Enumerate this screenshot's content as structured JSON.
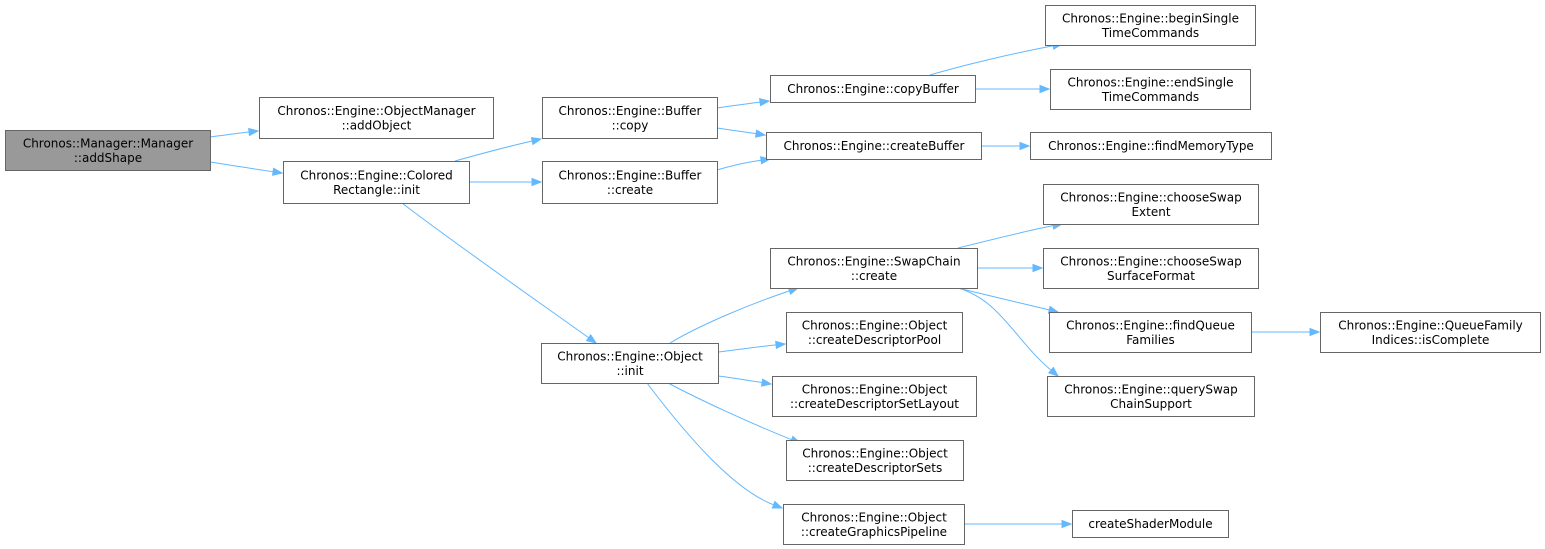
{
  "graph": {
    "colors": {
      "edge": "#63b8ff",
      "node_border": "#666666",
      "root_fill": "#999999",
      "node_fill": "#ffffff"
    },
    "nodes": [
      {
        "id": "n0",
        "lines": [
          "Chronos::Manager::Manager",
          "::addShape"
        ],
        "root": true
      },
      {
        "id": "n1",
        "lines": [
          "Chronos::Engine::ObjectManager",
          "::addObject"
        ]
      },
      {
        "id": "n2",
        "lines": [
          "Chronos::Engine::Colored",
          "Rectangle::init"
        ]
      },
      {
        "id": "n3",
        "lines": [
          "Chronos::Engine::Buffer",
          "::copy"
        ]
      },
      {
        "id": "n4",
        "lines": [
          "Chronos::Engine::Buffer",
          "::create"
        ]
      },
      {
        "id": "n5",
        "lines": [
          "Chronos::Engine::Object",
          "::init"
        ]
      },
      {
        "id": "n6",
        "lines": [
          "Chronos::Engine::copyBuffer"
        ]
      },
      {
        "id": "n7",
        "lines": [
          "Chronos::Engine::createBuffer"
        ]
      },
      {
        "id": "n8",
        "lines": [
          "Chronos::Engine::beginSingle",
          "TimeCommands"
        ]
      },
      {
        "id": "n9",
        "lines": [
          "Chronos::Engine::endSingle",
          "TimeCommands"
        ]
      },
      {
        "id": "n10",
        "lines": [
          "Chronos::Engine::findMemoryType"
        ]
      },
      {
        "id": "n11",
        "lines": [
          "Chronos::Engine::SwapChain",
          "::create"
        ]
      },
      {
        "id": "n12",
        "lines": [
          "Chronos::Engine::Object",
          "::createDescriptorPool"
        ]
      },
      {
        "id": "n13",
        "lines": [
          "Chronos::Engine::Object",
          "::createDescriptorSetLayout"
        ]
      },
      {
        "id": "n14",
        "lines": [
          "Chronos::Engine::Object",
          "::createDescriptorSets"
        ]
      },
      {
        "id": "n15",
        "lines": [
          "Chronos::Engine::Object",
          "::createGraphicsPipeline"
        ]
      },
      {
        "id": "n16",
        "lines": [
          "Chronos::Engine::chooseSwap",
          "Extent"
        ]
      },
      {
        "id": "n17",
        "lines": [
          "Chronos::Engine::chooseSwap",
          "SurfaceFormat"
        ]
      },
      {
        "id": "n18",
        "lines": [
          "Chronos::Engine::findQueue",
          "Families"
        ]
      },
      {
        "id": "n19",
        "lines": [
          "Chronos::Engine::querySwap",
          "ChainSupport"
        ]
      },
      {
        "id": "n20",
        "lines": [
          "Chronos::Engine::QueueFamily",
          "Indices::isComplete"
        ]
      },
      {
        "id": "n21",
        "lines": [
          "createShaderModule"
        ]
      }
    ],
    "edges": [
      [
        "n0",
        "n1"
      ],
      [
        "n0",
        "n2"
      ],
      [
        "n2",
        "n3"
      ],
      [
        "n2",
        "n4"
      ],
      [
        "n2",
        "n5"
      ],
      [
        "n3",
        "n6"
      ],
      [
        "n3",
        "n7"
      ],
      [
        "n4",
        "n7"
      ],
      [
        "n6",
        "n8"
      ],
      [
        "n6",
        "n9"
      ],
      [
        "n7",
        "n10"
      ],
      [
        "n5",
        "n11"
      ],
      [
        "n5",
        "n12"
      ],
      [
        "n5",
        "n13"
      ],
      [
        "n5",
        "n14"
      ],
      [
        "n5",
        "n15"
      ],
      [
        "n11",
        "n16"
      ],
      [
        "n11",
        "n17"
      ],
      [
        "n11",
        "n18"
      ],
      [
        "n11",
        "n19"
      ],
      [
        "n18",
        "n20"
      ],
      [
        "n15",
        "n21"
      ]
    ]
  }
}
